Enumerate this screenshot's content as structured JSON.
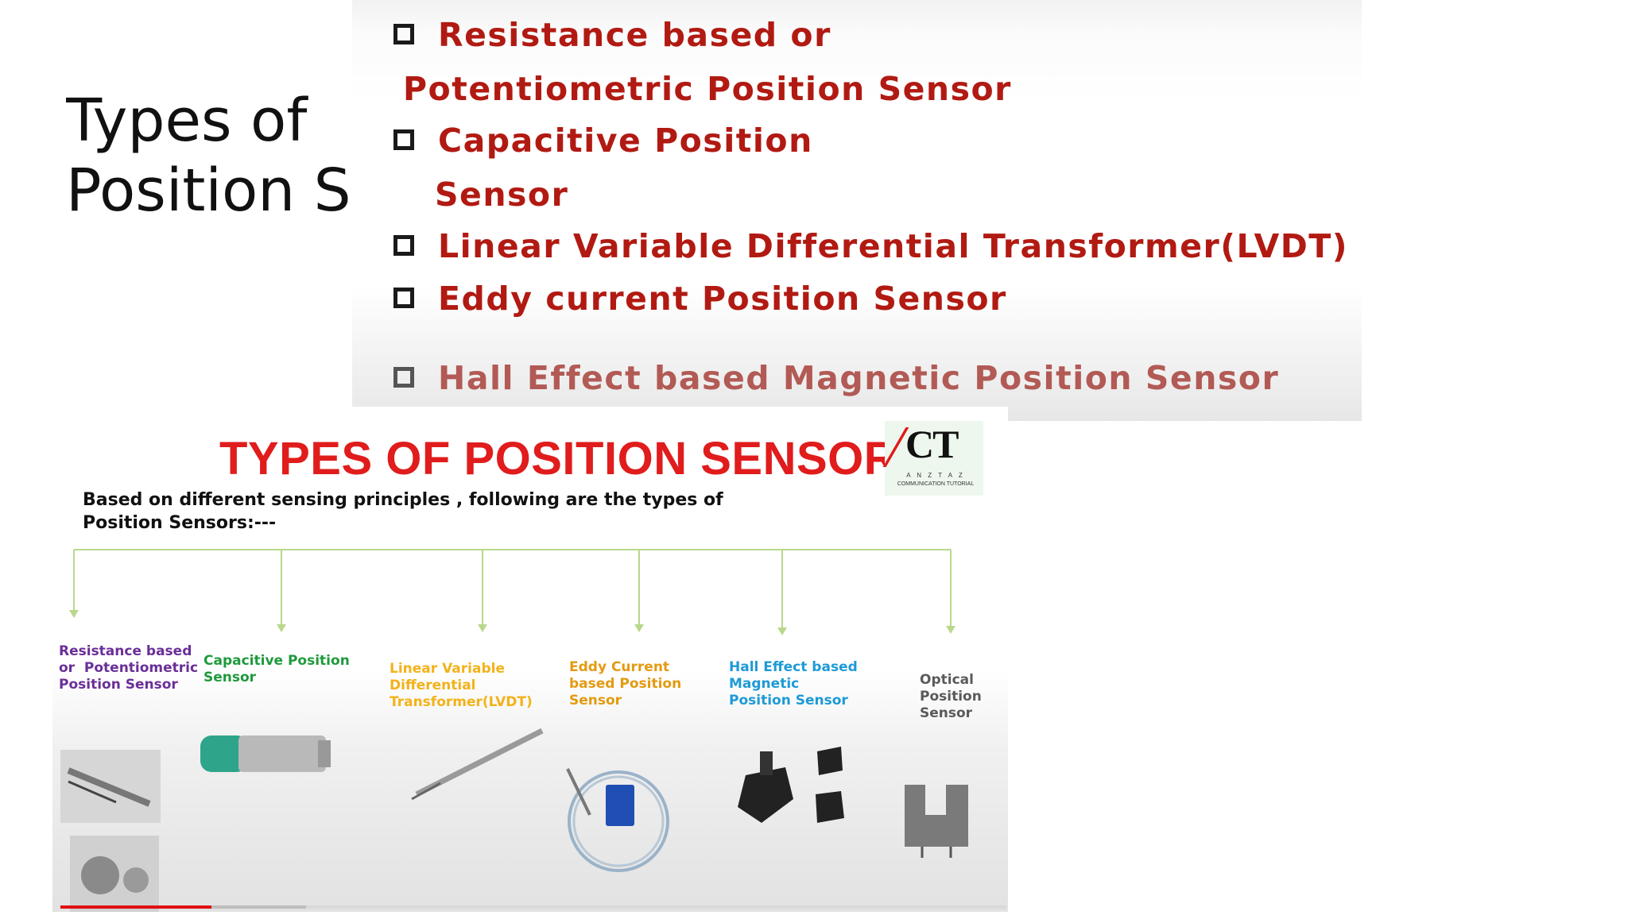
{
  "slide": {
    "title_line1": "Types of",
    "title_line2": "Position Sensors"
  },
  "top_list": {
    "items": [
      {
        "line1": "Resistance based or",
        "line2": "Potentiometric Position Sensor"
      },
      {
        "line1": "Capacitive Position",
        "line2": "Sensor"
      },
      {
        "line1": "Linear Variable Differential Transformer(LVDT)"
      },
      {
        "line1": "Eddy current Position Sensor"
      },
      {
        "line1": "Hall Effect based Magnetic Position Sensor"
      }
    ],
    "checkbox_icon": "checkbox-icon",
    "text_color": "#b11a12"
  },
  "video": {
    "heading": "TYPES OF POSITION SENSORS",
    "subtitle": "Based on  different sensing principles , following are the types of Position Sensors:---",
    "logo": {
      "mark": "CT",
      "tagline": "A N Z T A Z",
      "subline": "COMMUNICATION TUTORIAL"
    },
    "sensors": [
      {
        "label": "Resistance based or  Potentiometric Position Sensor",
        "color": "#6a2f98",
        "icon": "potentiometer-icon"
      },
      {
        "label": "Capacitive Position Sensor",
        "color": "#1f9a3c",
        "icon": "capacitive-sensor-icon"
      },
      {
        "label": "Linear Variable Differential Transformer(LVDT)",
        "color": "#f3b21a",
        "icon": "lvdt-icon"
      },
      {
        "label": "Eddy Current based Position Sensor",
        "color": "#e49a10",
        "icon": "eddy-current-sensor-icon"
      },
      {
        "label": "Hall Effect based Magnetic Position Sensor",
        "color": "#1e9ad6",
        "icon": "hall-effect-sensor-icon"
      },
      {
        "label": "Optical Position Sensor",
        "color": "#5a5a5a",
        "icon": "optical-sensor-icon"
      }
    ],
    "progress_played": 0.16,
    "progress_buffered": 0.26,
    "progress_color": "#e01010"
  }
}
